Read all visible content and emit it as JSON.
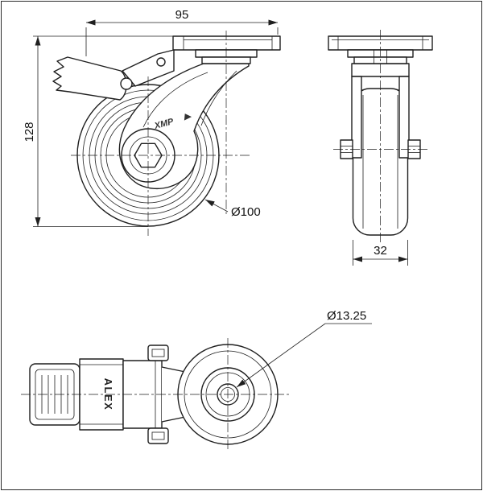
{
  "drawing": {
    "dims": {
      "top_width": "95",
      "overall_height": "128",
      "wheel_diameter": "Ø100",
      "wheel_width": "32",
      "bolt_hole_diameter": "Ø13.25"
    },
    "branding": {
      "pedal_brand": "ALEX",
      "fork_logo": "XMP"
    }
  }
}
